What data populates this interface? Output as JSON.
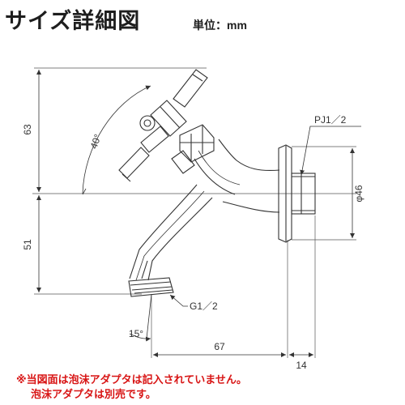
{
  "header": {
    "title": "サイズ詳細図",
    "unit_label": "単位：mm"
  },
  "dimensions": {
    "upper_height": "63",
    "lower_height": "51",
    "diameter": "φ46",
    "angle_handle": "40°",
    "angle_spout": "15°",
    "length_spout": "67",
    "length_flange": "14"
  },
  "callouts": {
    "thread_pj": "PJ1／2",
    "thread_g": "G1／2"
  },
  "notes": {
    "line1": "※当図面は泡沫アダプタは記入されていません。",
    "line2": "泡沫アダプタは別売です。"
  },
  "colors": {
    "line": "#333333",
    "text": "#1e1e1e",
    "note_red": "#d81515"
  }
}
